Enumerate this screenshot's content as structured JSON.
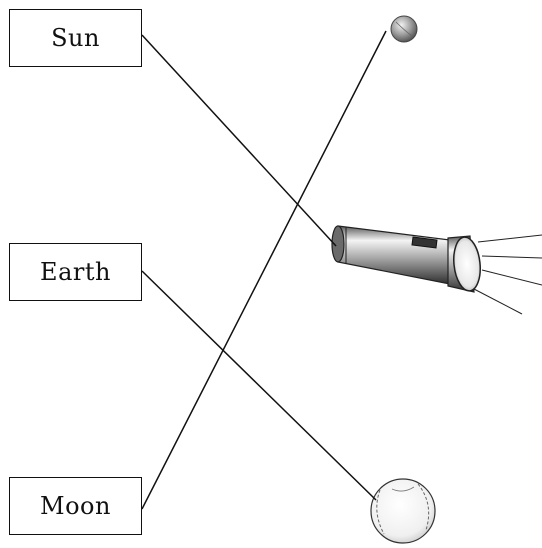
{
  "labels": {
    "sun": "Sun",
    "earth": "Earth",
    "moon": "Moon"
  },
  "objects": {
    "small_ball": "small-ball-icon",
    "flashlight": "flashlight-icon",
    "large_ball": "large-ball-icon"
  },
  "colors": {
    "line": "#111111",
    "background": "#ffffff"
  }
}
